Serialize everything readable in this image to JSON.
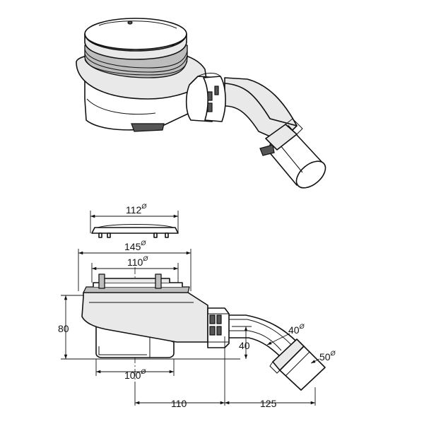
{
  "dimensions": {
    "top_cover_diameter": {
      "value": "112",
      "mark": "Ø"
    },
    "flange_diameter": {
      "value": "145",
      "mark": "Ø"
    },
    "clamp_ring_diameter": {
      "value": "110",
      "mark": "Ø"
    },
    "body_height": {
      "value": "80"
    },
    "outlet_height": {
      "value": "40"
    },
    "bottom_diameter": {
      "value": "100",
      "mark": "Ø"
    },
    "center_to_nut": {
      "value": "110"
    },
    "nut_to_outlet_end": {
      "value": "125"
    },
    "pipe_inner_diameter": {
      "value": "40",
      "mark": "Ø"
    },
    "pipe_outer_diameter": {
      "value": "50",
      "mark": "Ø"
    }
  }
}
